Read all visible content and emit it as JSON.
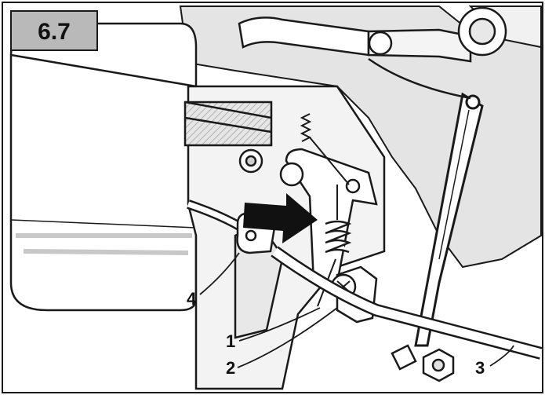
{
  "figure": {
    "label": "6.7",
    "label_box_fill": "#b9b9b9"
  },
  "callouts": [
    {
      "id": "1",
      "text": "1"
    },
    {
      "id": "2",
      "text": "2"
    },
    {
      "id": "3",
      "text": "3"
    },
    {
      "id": "4",
      "text": "4"
    }
  ],
  "colors": {
    "line": "#1a1a1a",
    "paper": "#ffffff",
    "shade": "#d9d9d9",
    "dark_shade": "#9a9a9a"
  }
}
